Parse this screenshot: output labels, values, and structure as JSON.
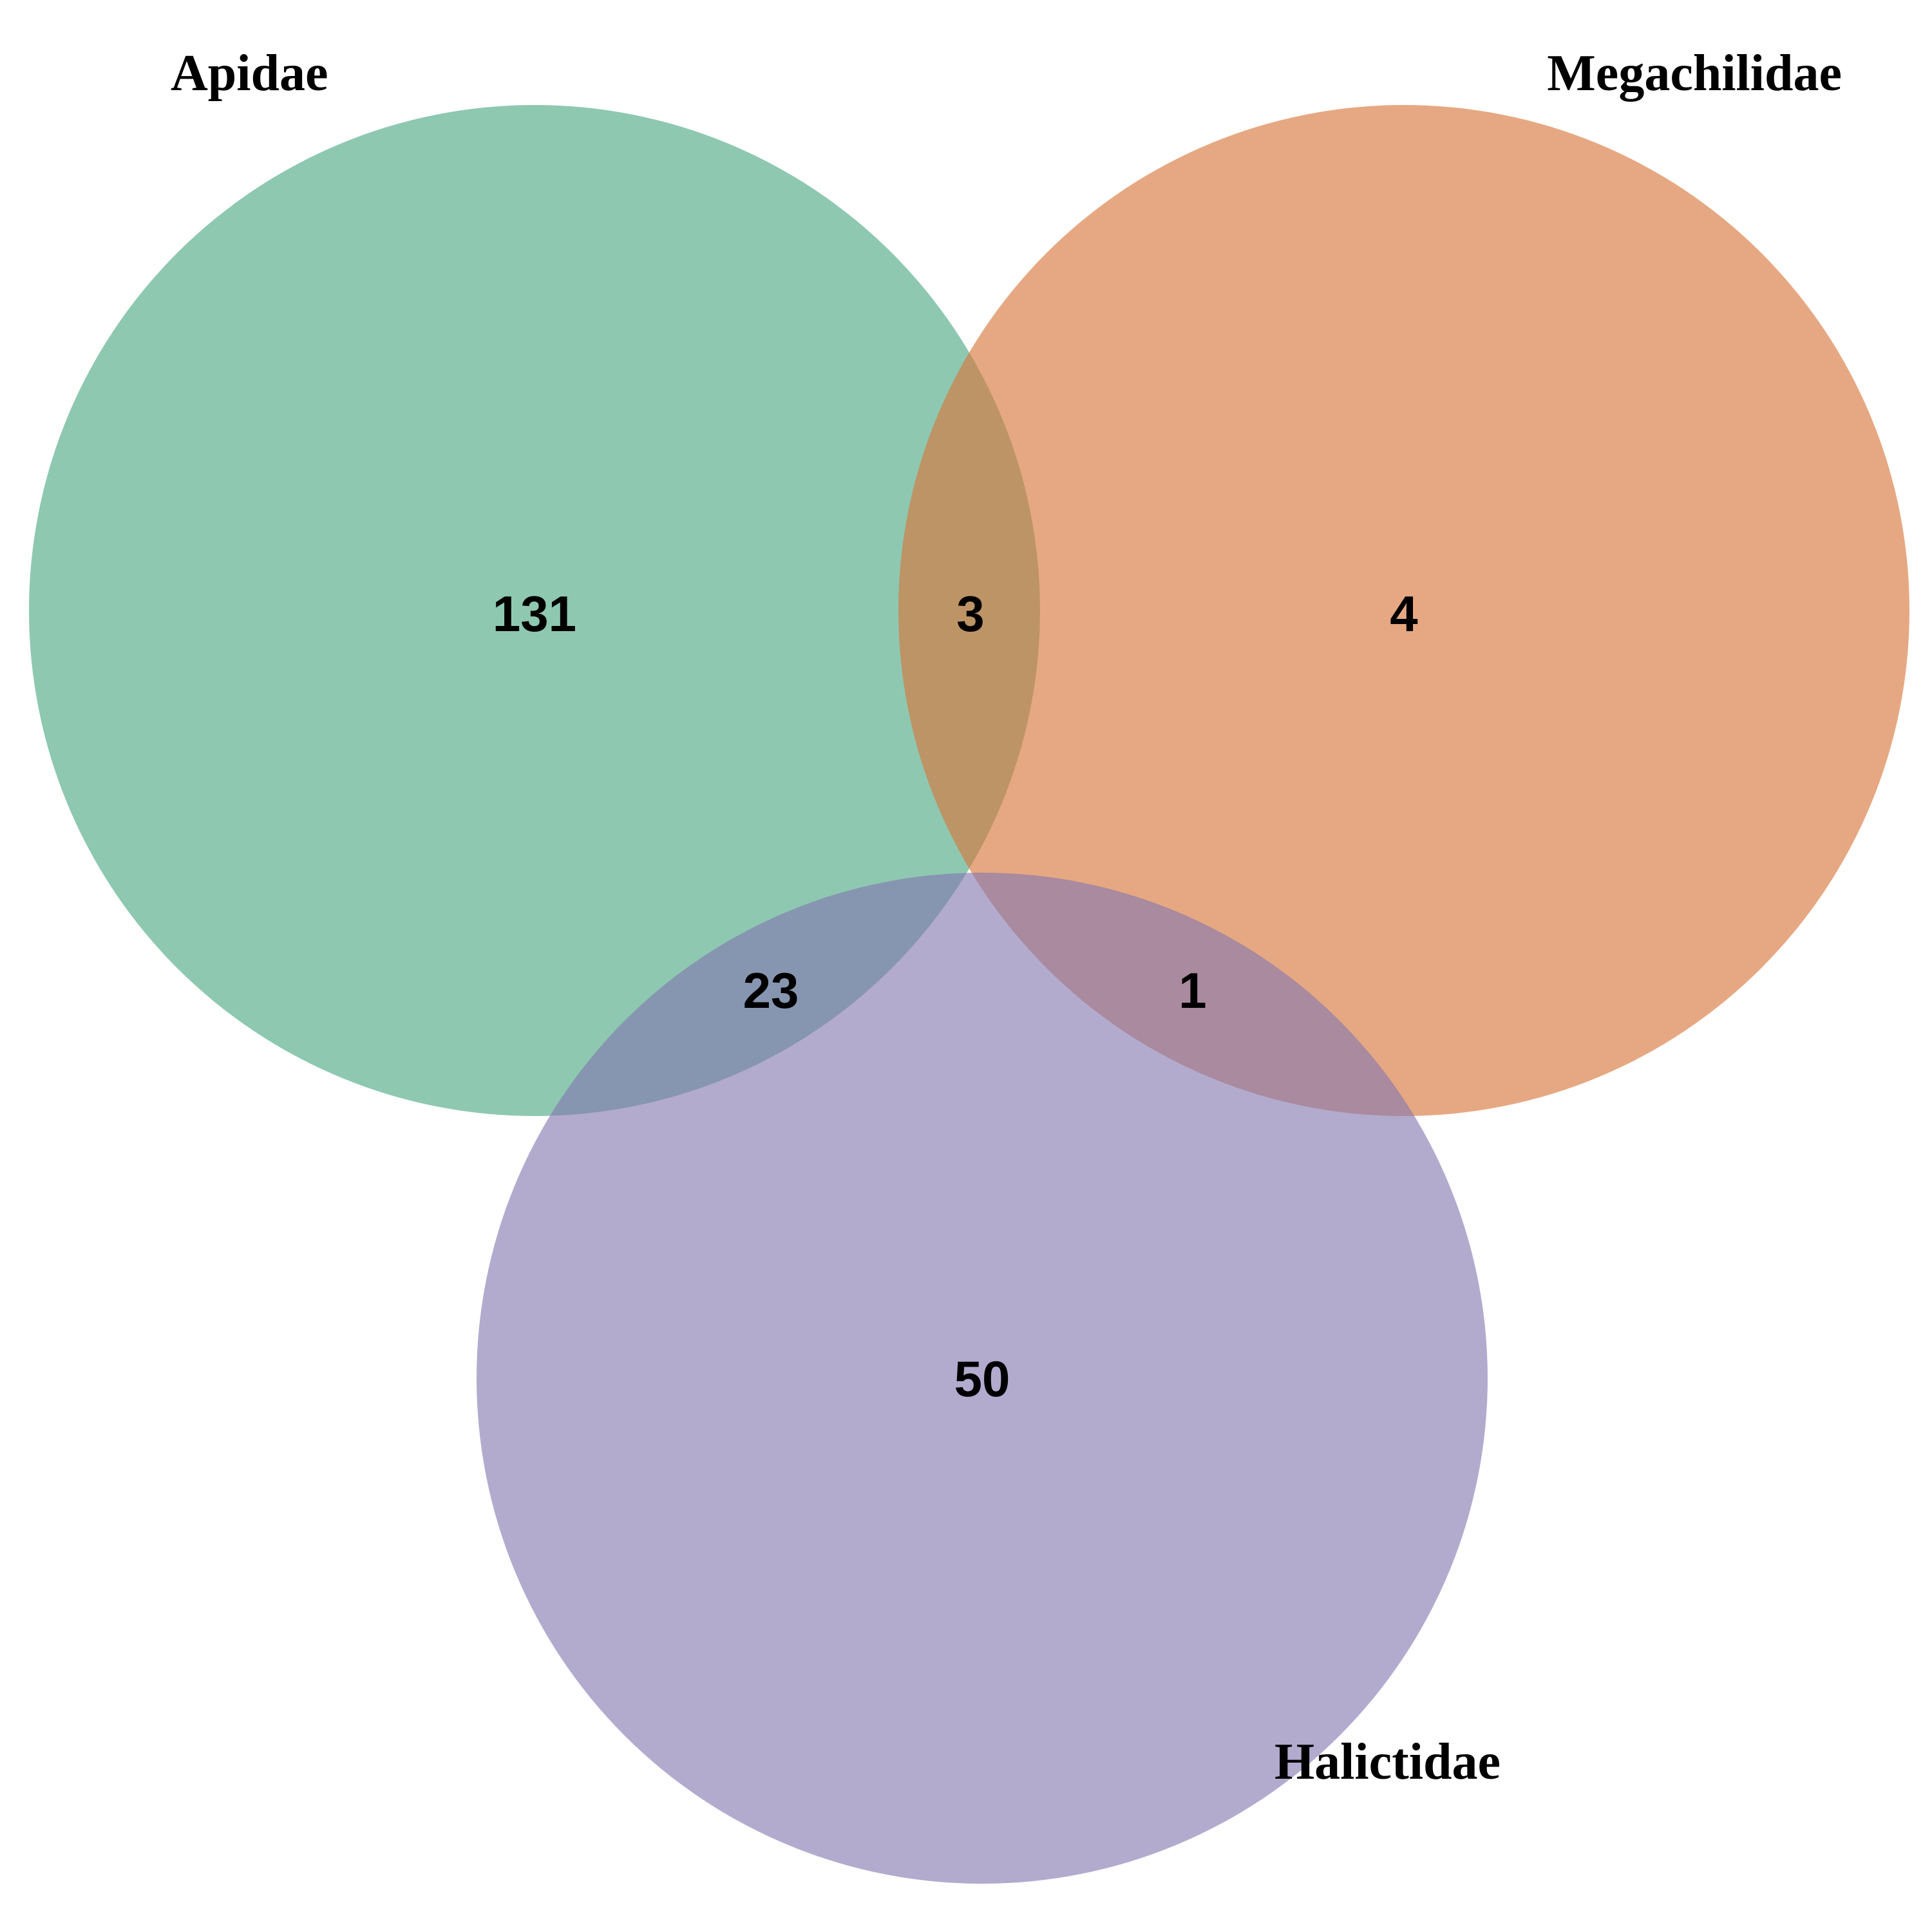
{
  "sets": [
    {
      "key": "apidae",
      "label": "Apidae",
      "color": "#66b596"
    },
    {
      "key": "megachilidae",
      "label": "Megachilidae",
      "color": "#d8773b"
    },
    {
      "key": "halictidae",
      "label": "Halictidae",
      "color": "#8378b0"
    }
  ],
  "regions": {
    "apidae_only": "131",
    "apidae_megachilidae": "3",
    "megachilidae_only": "4",
    "apidae_halictidae": "23",
    "megachilidae_halictidae": "1",
    "halictidae_only": "50"
  }
}
